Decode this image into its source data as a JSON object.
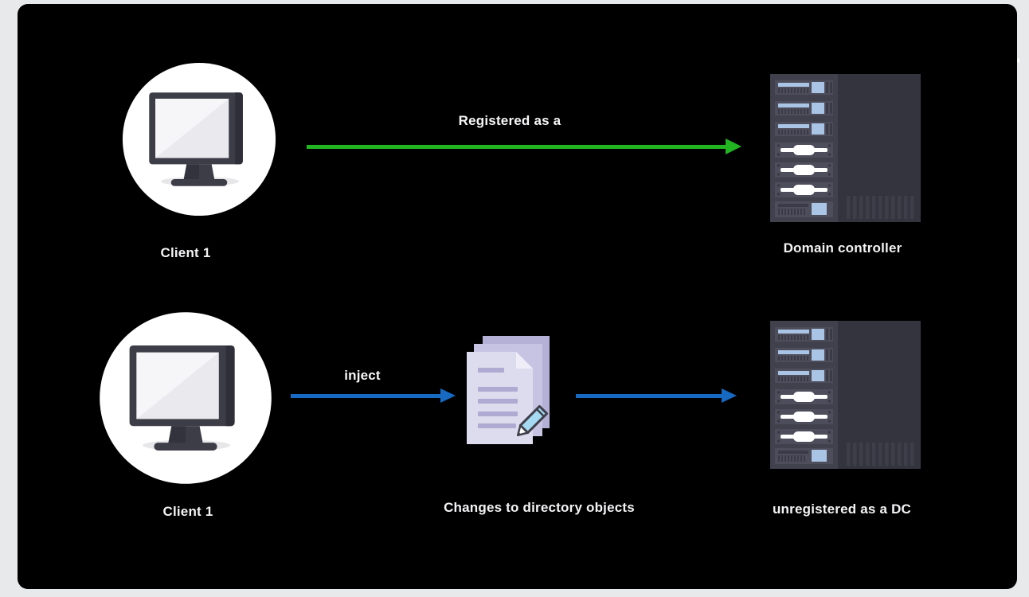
{
  "colors": {
    "canvas_background": "#e8e9eb",
    "panel_background": "#000000",
    "registered_arrow_green": "#22b522",
    "inject_arrow_blue": "#1769c2",
    "label_text": "#f4f4f6",
    "server_body": "#34343f",
    "server_accent_blue": "#a9c4e4",
    "document_lavender": "#dddbee",
    "pencil_blue": "#a6daf3"
  },
  "background_text_fragment": "r",
  "top_flow": {
    "client": {
      "label": "Client 1",
      "icon": "desktop-computer-icon"
    },
    "arrow_label": "Registered as a",
    "server": {
      "label": "Domain controller",
      "icon": "server-rack-icon"
    }
  },
  "bottom_flow": {
    "client": {
      "label": "Client 1",
      "icon": "desktop-computer-icon"
    },
    "arrow_label": "inject",
    "documents": {
      "label": "Changes to directory objects",
      "icon": "documents-edit-icon"
    },
    "server": {
      "label": "unregistered as a DC",
      "icon": "server-rack-icon"
    }
  }
}
